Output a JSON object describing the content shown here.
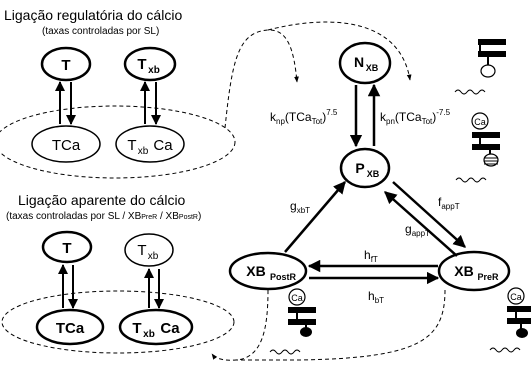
{
  "top_section": {
    "title": "Ligação regulatória do cálcio",
    "subtitle": "(taxas controladas por SL)",
    "nodes": {
      "T": "T",
      "Txb_main": "T",
      "Txb_sub": "xb",
      "TCa": "TCa",
      "TxbCa_pre": "T",
      "TxbCa_sub": "xb",
      "TxbCa_post": "Ca"
    }
  },
  "bottom_section": {
    "title": "Ligação aparente do cálcio",
    "subtitle_prefix": "(taxas controladas por SL / XB",
    "subtitle_sub1": "PreR",
    "subtitle_mid": " / XB",
    "subtitle_sub2": "PostR",
    "subtitle_suffix": ")",
    "nodes": {
      "T": "T",
      "Txb_main": "T",
      "Txb_sub": "xb",
      "TCa": "TCa",
      "TxbCa_pre": "T",
      "TxbCa_sub": "xb",
      "TxbCa_post": "Ca"
    }
  },
  "crossbridge": {
    "N": {
      "main": "N",
      "sub": "XB"
    },
    "P": {
      "main": "P",
      "sub": "XB"
    },
    "XBpre": {
      "main": "XB",
      "sub": "PreR"
    },
    "XBpost": {
      "main": "XB",
      "sub": "PostR"
    }
  },
  "rates": {
    "knp": {
      "k": "k",
      "sub": "np",
      "body": "(TCa",
      "tot": "Tot",
      "close": ")",
      "exp": "7.5"
    },
    "kpn": {
      "k": "k",
      "sub": "pn",
      "body": "(TCa",
      "tot": "Tot",
      "close": ")",
      "exp": "-7.5"
    },
    "gxbT": {
      "main": "g",
      "sub": "xbT"
    },
    "fappT": {
      "main": "f",
      "sub": "appT"
    },
    "gappT": {
      "main": "g",
      "sub": "appT"
    },
    "hfT": {
      "main": "h",
      "sub": "fT"
    },
    "hbT": {
      "main": "h",
      "sub": "bT"
    }
  },
  "icon_labels": {
    "ca_ion": "Ca"
  }
}
